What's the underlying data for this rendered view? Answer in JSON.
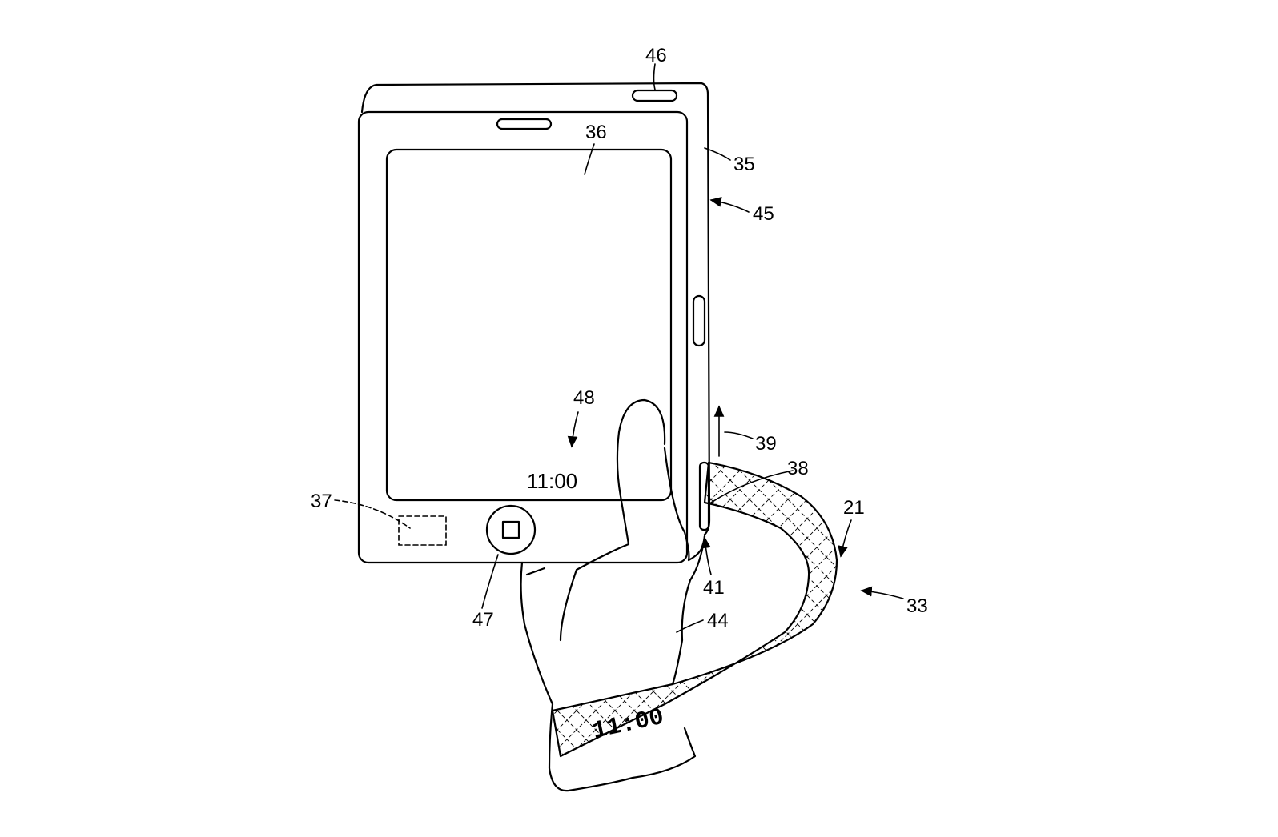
{
  "figure": {
    "screen_time": "11:00",
    "band_time": "11:00",
    "labels": {
      "l46": "46",
      "l36": "36",
      "l35": "35",
      "l45": "45",
      "l48": "48",
      "l39": "39",
      "l38": "38",
      "l21": "21",
      "l37": "37",
      "l47": "47",
      "l41": "41",
      "l44": "44",
      "l33": "33"
    }
  }
}
